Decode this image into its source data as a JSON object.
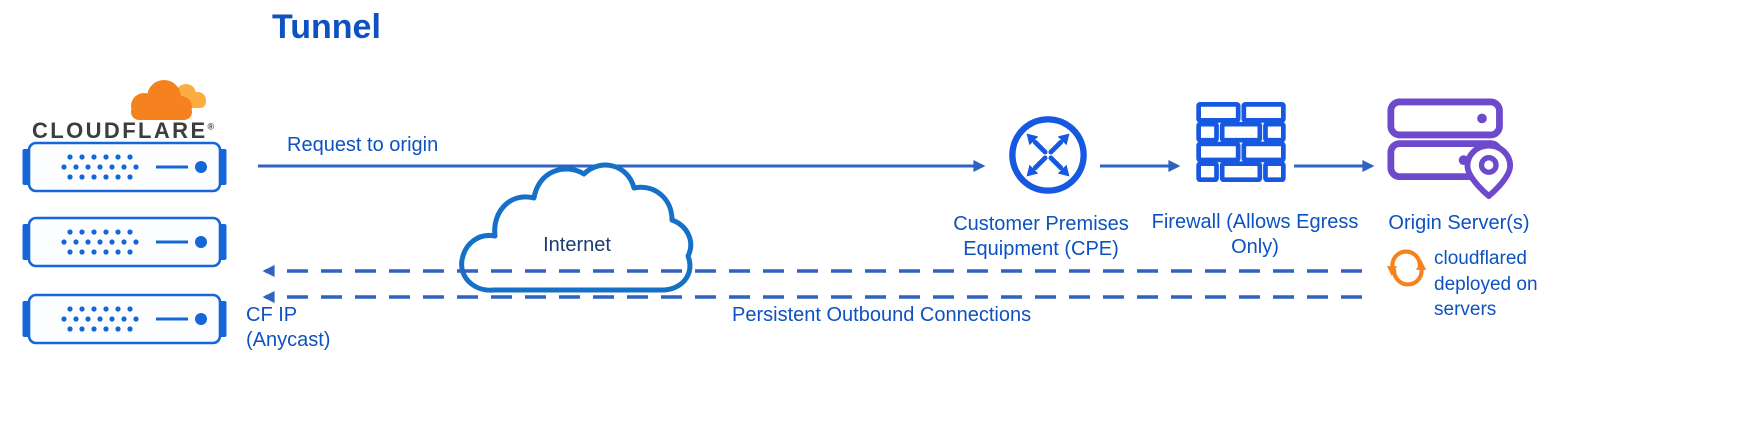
{
  "title": "Tunnel",
  "logo": {
    "wordmark": "CLOUDFLARE",
    "registered": "®"
  },
  "labels": {
    "request_to_origin": "Request to origin",
    "internet": "Internet",
    "cpe": "Customer Premises Equipment (CPE)",
    "firewall": "Firewall (Allows Egress Only)",
    "origin": "Origin Server(s)",
    "cloudflared": "cloudflared deployed on servers",
    "persistent_outbound": "Persistent Outbound Connections",
    "cf_ip": "CF IP (Anycast)"
  },
  "icons": {
    "logo": "cloudflare-logo",
    "servers": "cloudflare-edge-server-icon",
    "internet": "internet-cloud-icon",
    "cpe": "router-cpe-icon",
    "firewall": "firewall-brick-icon",
    "origin": "origin-servers-icon",
    "cloudflared": "sync-arrows-icon"
  },
  "colors": {
    "text_blue": "#0d52c0",
    "line_blue": "#2f62c1",
    "icon_blue": "#1658e0",
    "server_blue": "#1566d8",
    "cloud_blue": "#1570c8",
    "orange": "#f6821f",
    "orange_light": "#fbad41",
    "purple": "#6d49cb",
    "wordmark_dark": "#3d3d3d",
    "internet_text": "#1d3c6e"
  }
}
